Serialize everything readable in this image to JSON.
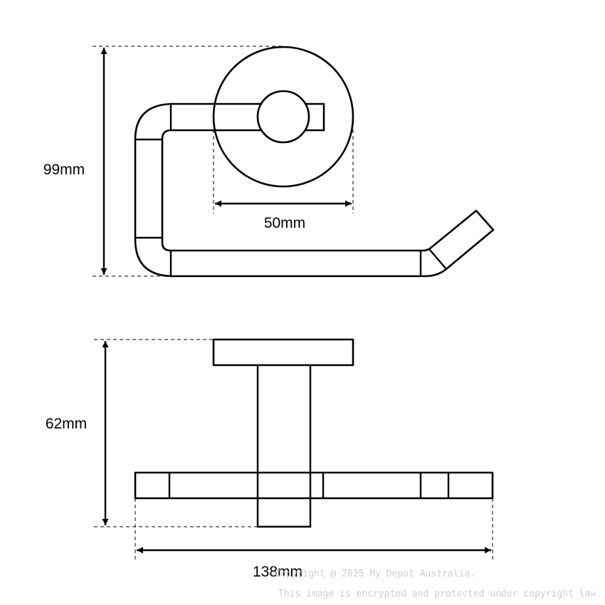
{
  "dimensions": {
    "height_top": "99mm",
    "rose_diameter": "50mm",
    "depth": "62mm",
    "width": "138mm"
  },
  "watermark": {
    "line1": "Copyright @ 2025 My Depot Australia.",
    "line2": "This image is encrypted and protected under copyright law."
  }
}
